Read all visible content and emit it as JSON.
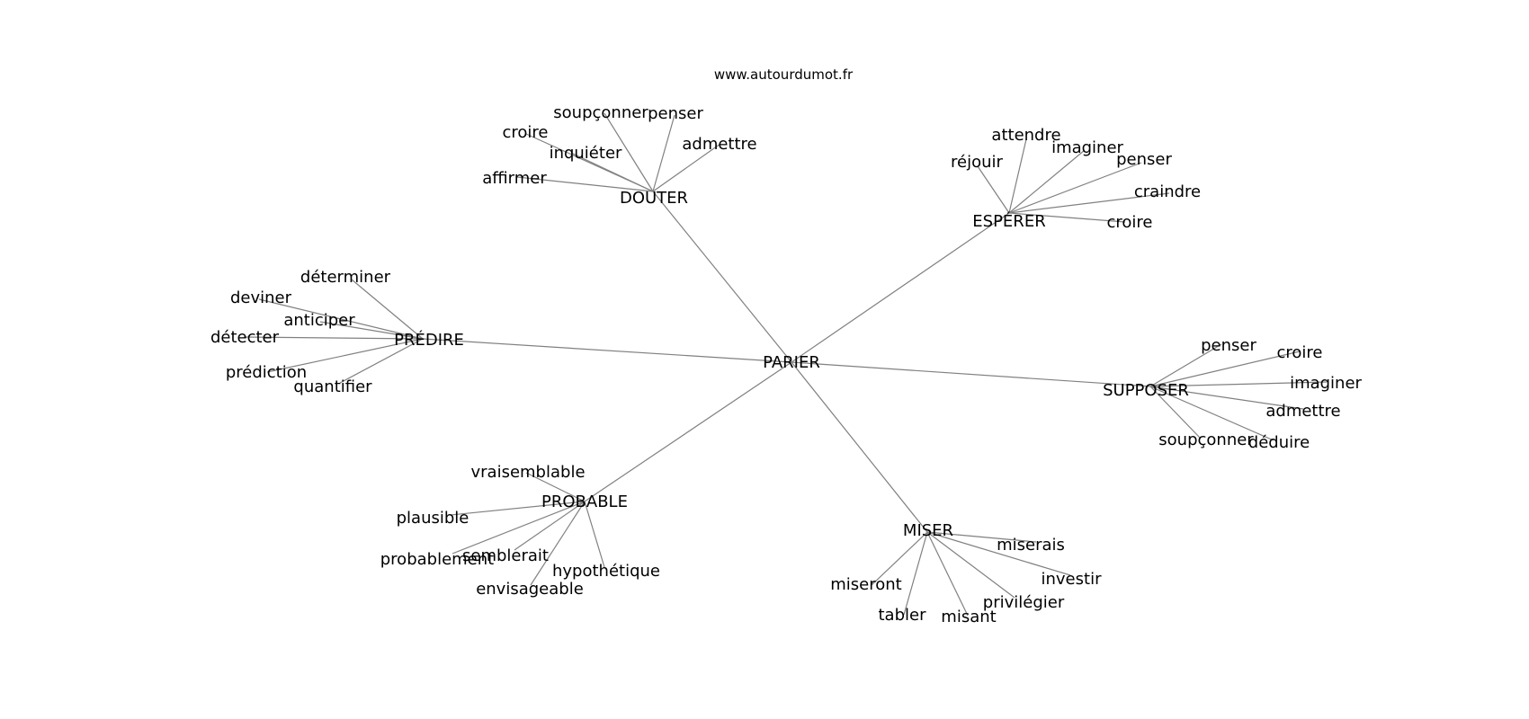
{
  "site": "www.autourdumot.fr",
  "center": "PARIER",
  "colors": {
    "edge": "#808080",
    "text": "#000000",
    "background": "#ffffff"
  },
  "groups": [
    {
      "hub": "DOUTER",
      "words": [
        "soupçonner",
        "penser",
        "croire",
        "admettre",
        "inquiéter",
        "affirmer"
      ]
    },
    {
      "hub": "ESPÉRER",
      "words": [
        "attendre",
        "imaginer",
        "réjouir",
        "penser",
        "craindre",
        "croire"
      ]
    },
    {
      "hub": "PRÉDIRE",
      "words": [
        "déterminer",
        "deviner",
        "anticiper",
        "détecter",
        "prédiction",
        "quantifier"
      ]
    },
    {
      "hub": "SUPPOSER",
      "words": [
        "penser",
        "croire",
        "imaginer",
        "admettre",
        "soupçonner",
        "déduire"
      ]
    },
    {
      "hub": "PROBABLE",
      "words": [
        "vraisemblable",
        "plausible",
        "probablement",
        "semblerait",
        "hypothétique",
        "envisageable"
      ]
    },
    {
      "hub": "MISER",
      "words": [
        "miserais",
        "investir",
        "miseront",
        "privilégier",
        "tabler",
        "misant"
      ]
    }
  ]
}
